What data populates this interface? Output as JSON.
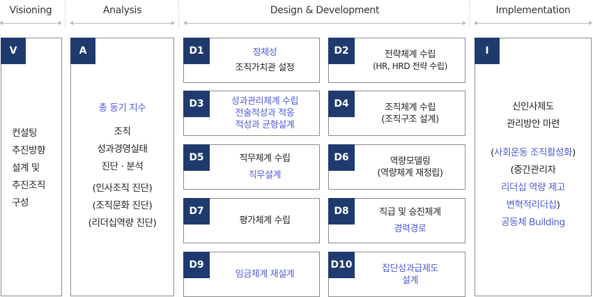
{
  "phases": {
    "visioning": "Visioning",
    "analysis": "Analysis",
    "design": "Design & Development",
    "implementation": "Implementation"
  },
  "vision": {
    "tag": "V",
    "lines": [
      "컨설팅",
      "추진방향",
      "설계 및",
      "추진조직",
      "구성"
    ]
  },
  "analysis": {
    "tag": "A",
    "highlight": "총 동기 지수",
    "lines": [
      "조직",
      "성과경영실태",
      "진단 · 분석"
    ],
    "sub_lines": [
      "(인사조직 진단)",
      "(조직문화 진단)",
      "(리더십역량 진단)"
    ]
  },
  "design": {
    "d1": {
      "tag": "D1",
      "blue": "정체성",
      "line": "조직가치관 설정"
    },
    "d2": {
      "tag": "D2",
      "line": "전략체계 수립",
      "sub": "(HR, HRD 전략 수립)"
    },
    "d3": {
      "tag": "D3",
      "blue_lines": [
        "성과관리체계 수립",
        "전술적성과 적응",
        "적성과 균형설계"
      ]
    },
    "d4": {
      "tag": "D4",
      "line": "조직체계 수립",
      "sub": "(조직구조 설계)"
    },
    "d5": {
      "tag": "D5",
      "line": "직무체계 수립",
      "blue": "직무설계"
    },
    "d6": {
      "tag": "D6",
      "line": "역량모델링",
      "sub": "(역량체계 재정립)"
    },
    "d7": {
      "tag": "D7",
      "line": "평가체계 수립"
    },
    "d8": {
      "tag": "D8",
      "line": "직급 및 승진체계",
      "blue": "경력경로"
    },
    "d9": {
      "tag": "D9",
      "blue": "임금체계 재설계"
    },
    "d10": {
      "tag": "D10",
      "blue_lines": [
        "집단성과급제도",
        "설계"
      ]
    }
  },
  "implementation": {
    "tag": "I",
    "lines": [
      "신인사제도",
      "관리방안 마련"
    ],
    "detail": {
      "l1_open": "(",
      "l1_blue": "사회운동 조직활성화",
      "l1_close": ")",
      "l2": "(중간관리자",
      "l3_blue": "리더십 역량 제고",
      "l4_blue": "변혁적리더십",
      "l4_close": ")",
      "l5_blue": "공동체 Building"
    }
  }
}
